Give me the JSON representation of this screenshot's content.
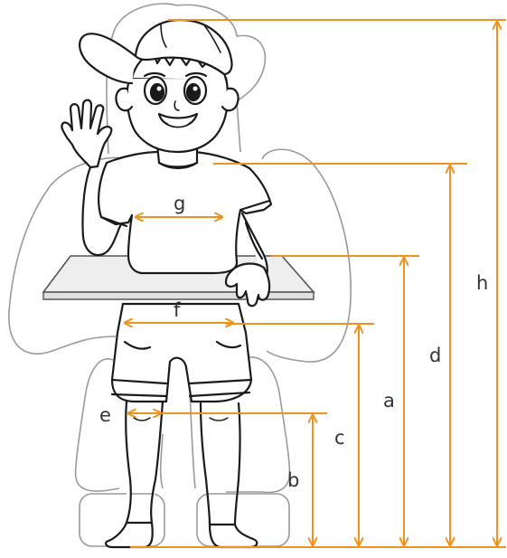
{
  "colors": {
    "measure": "#f0931e",
    "outline": "#1a1a1a",
    "chair": "#9a9a9a",
    "desk_fill": "#eeeeee",
    "label_text": "#333333"
  },
  "icons": [
    "waving-boy-figure",
    "chair-silhouette",
    "desk-board"
  ],
  "labels": {
    "h": "h",
    "d": "d",
    "a": "a",
    "c": "c",
    "b": "b",
    "g": "g",
    "f": "f",
    "e": "e"
  }
}
